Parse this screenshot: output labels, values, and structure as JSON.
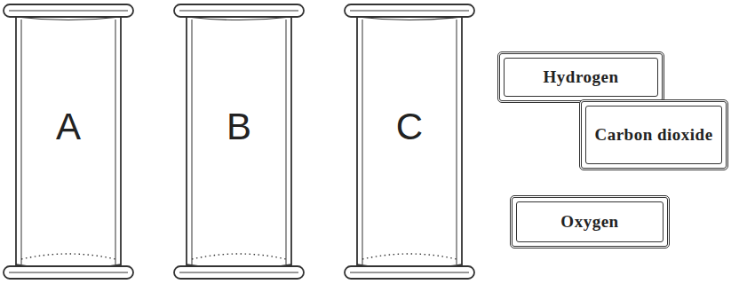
{
  "diagram": {
    "nodes": [
      {
        "text": [
          "A"
        ]
      },
      {
        "text": [
          "B"
        ]
      },
      {
        "text": [
          "C"
        ]
      },
      {
        "text": [
          "Hydrogen"
        ]
      },
      {
        "text": [
          "Carbon dioxide"
        ]
      },
      {
        "text": [
          "Oxygen"
        ]
      }
    ]
  }
}
